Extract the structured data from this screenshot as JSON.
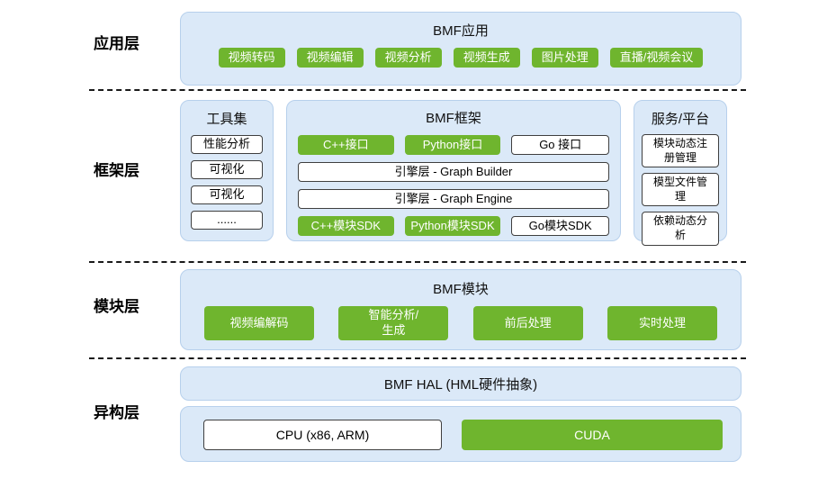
{
  "colors": {
    "green": "#6fb52e",
    "panel": "#dbe9f8",
    "panel_border": "#b7d0ec"
  },
  "layers": {
    "application": {
      "label": "应用层",
      "title": "BMF应用",
      "buttons": [
        "视频转码",
        "视频编辑",
        "视频分析",
        "视频生成",
        "图片处理",
        "直播/视频会议"
      ]
    },
    "framework": {
      "label": "框架层",
      "toolset": {
        "title": "工具集",
        "items": [
          "性能分析",
          "可视化",
          "可视化",
          "......"
        ]
      },
      "core": {
        "title": "BMF框架",
        "api_row": [
          "C++接口",
          "Python接口",
          "Go 接口"
        ],
        "engine_rows": [
          "引擎层 - Graph Builder",
          "引擎层 - Graph Engine"
        ],
        "sdk_row": [
          "C++模块SDK",
          "Python模块SDK",
          "Go模块SDK"
        ]
      },
      "service": {
        "title": "服务/平台",
        "items": [
          "模块动态注\n册管理",
          "模型文件管\n理",
          "依赖动态分\n析"
        ]
      }
    },
    "module": {
      "label": "模块层",
      "title": "BMF模块",
      "buttons": [
        "视频编解码",
        "智能分析/\n生成",
        "前后处理",
        "实时处理"
      ]
    },
    "hetero": {
      "label": "异构层",
      "hal_title": "BMF HAL (HML硬件抽象)",
      "cpu_label": "CPU (x86, ARM)",
      "cuda_label": "CUDA"
    }
  }
}
